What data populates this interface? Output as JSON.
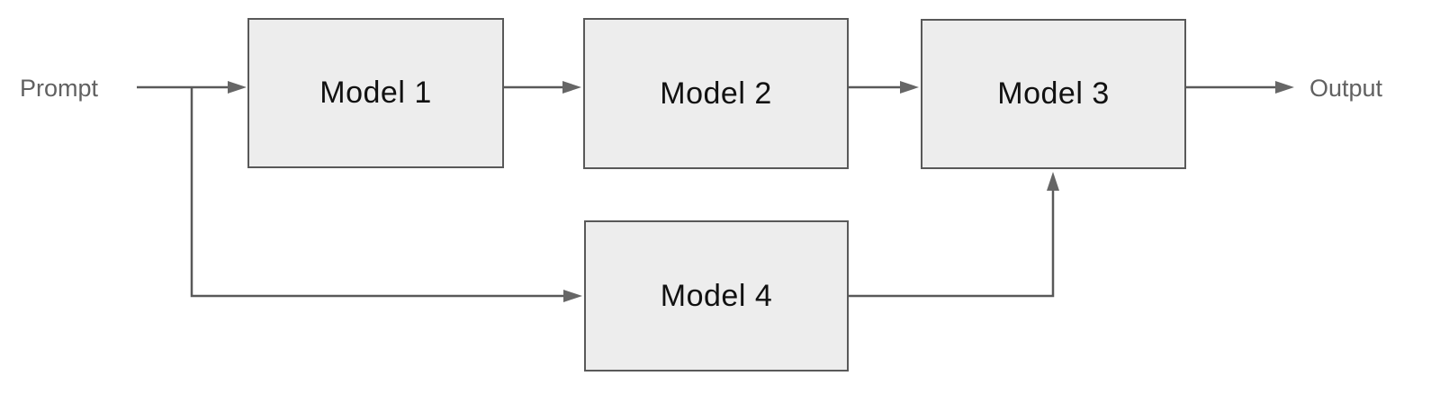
{
  "diagram": {
    "title": "model-pipeline-flow",
    "type": "flowchart",
    "io": {
      "input_label": "Prompt",
      "output_label": "Output"
    },
    "nodes": [
      {
        "id": "model1",
        "label": "Model 1"
      },
      {
        "id": "model2",
        "label": "Model 2"
      },
      {
        "id": "model3",
        "label": "Model 3"
      },
      {
        "id": "model4",
        "label": "Model 4"
      }
    ],
    "edges": [
      {
        "from": "Prompt",
        "to": "Model 1"
      },
      {
        "from": "Prompt",
        "to": "Model 4"
      },
      {
        "from": "Model 1",
        "to": "Model 2"
      },
      {
        "from": "Model 2",
        "to": "Model 3"
      },
      {
        "from": "Model 4",
        "to": "Model 3"
      },
      {
        "from": "Model 3",
        "to": "Output"
      }
    ],
    "colors": {
      "background": "#ffffff",
      "node_fill": "#ededed",
      "node_border": "#595959",
      "line": "#595959",
      "arrowhead": "#666666",
      "node_text": "#111111",
      "io_label_text": "#616161"
    }
  }
}
